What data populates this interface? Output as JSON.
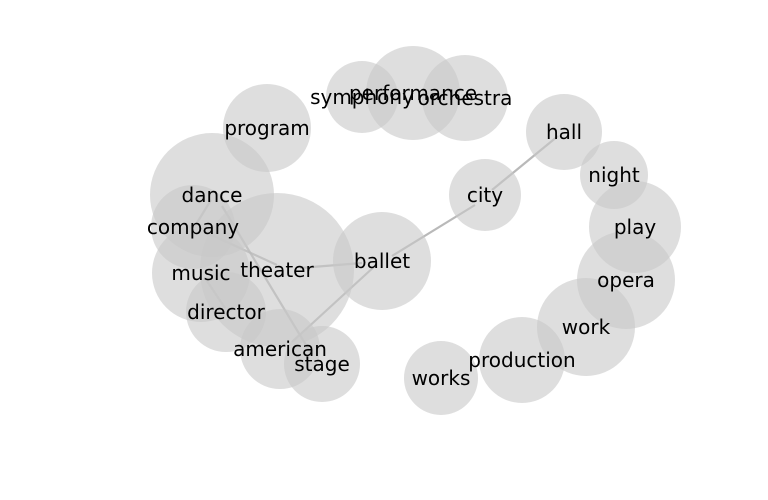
{
  "nodes": [
    {
      "id": "performance",
      "label": "performance"
    },
    {
      "id": "symphony",
      "label": "symphony"
    },
    {
      "id": "orchestra",
      "label": "orchestra"
    },
    {
      "id": "program",
      "label": "program"
    },
    {
      "id": "hall",
      "label": "hall"
    },
    {
      "id": "night",
      "label": "night"
    },
    {
      "id": "city",
      "label": "city"
    },
    {
      "id": "dance",
      "label": "dance"
    },
    {
      "id": "company",
      "label": "company"
    },
    {
      "id": "play",
      "label": "play"
    },
    {
      "id": "theater",
      "label": "theater"
    },
    {
      "id": "ballet",
      "label": "ballet"
    },
    {
      "id": "music",
      "label": "music"
    },
    {
      "id": "opera",
      "label": "opera"
    },
    {
      "id": "director",
      "label": "director"
    },
    {
      "id": "work",
      "label": "work"
    },
    {
      "id": "american",
      "label": "american"
    },
    {
      "id": "stage",
      "label": "stage"
    },
    {
      "id": "production",
      "label": "production"
    },
    {
      "id": "works",
      "label": "works"
    }
  ],
  "edges": [
    {
      "source": "dance",
      "target": "company"
    },
    {
      "source": "dance",
      "target": "stage"
    },
    {
      "source": "company",
      "target": "theater"
    },
    {
      "source": "theater",
      "target": "ballet"
    },
    {
      "source": "music",
      "target": "director"
    },
    {
      "source": "city",
      "target": "hall"
    },
    {
      "source": "city",
      "target": "ballet"
    },
    {
      "source": "ballet",
      "target": "american"
    }
  ]
}
